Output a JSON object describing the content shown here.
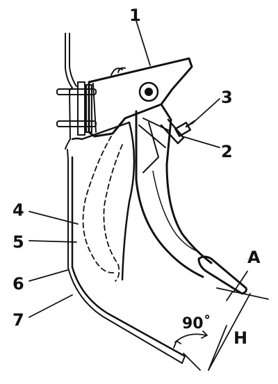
{
  "callouts": {
    "c1": "1",
    "c2": "2",
    "c3": "3",
    "c4": "4",
    "c5": "5",
    "c6": "6",
    "c7": "7"
  },
  "dimensions": {
    "gap": "A",
    "height": "H",
    "angle": "90˚"
  },
  "colors": {
    "ink": "#111111",
    "paper": "#ffffff"
  }
}
